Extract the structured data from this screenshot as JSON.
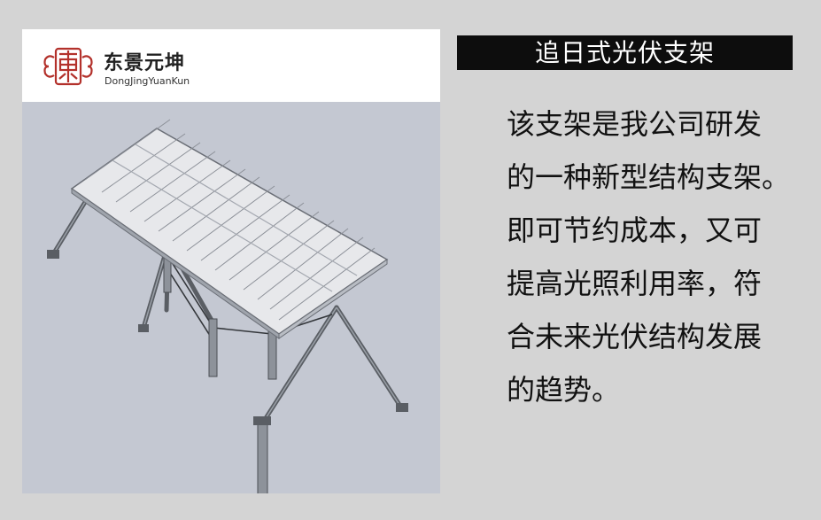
{
  "brand": {
    "name": "东景元坤",
    "pinyin": "DongJingYuanKun",
    "color": "#b3312b"
  },
  "product": {
    "title": "追日式光伏支架",
    "description_lines": [
      "该支架是我公司研发",
      "的一种新型结构支架。",
      "即可节约成本，又可",
      "提高光照利用率，符",
      "合未来光伏结构发展",
      "的趋势。"
    ]
  },
  "icons": [
    "logo-emblem-icon"
  ]
}
